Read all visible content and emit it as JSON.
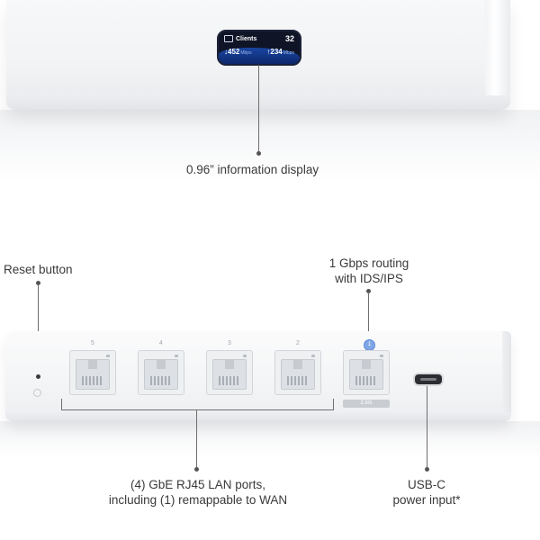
{
  "top_device": {
    "display": {
      "title": "Clients",
      "clients_count": "32",
      "download_value": "452",
      "download_unit": "Mbps",
      "upload_value": "234",
      "upload_unit": "Mbps"
    },
    "callout_label": "0.96” information display"
  },
  "front_device": {
    "ports": [
      {
        "number": "5"
      },
      {
        "number": "4"
      },
      {
        "number": "3"
      },
      {
        "number": "2"
      },
      {
        "number": "1"
      }
    ],
    "wan_port_badge": "1",
    "wan_port_speed": "2.5G"
  },
  "callouts": {
    "reset": "Reset button",
    "routing_line1": "1 Gbps routing",
    "routing_line2": "with IDS/IPS",
    "lan_line1": "(4) GbE RJ45 LAN ports,",
    "lan_line2": "including (1) remappable to WAN",
    "usbc_line1": "USB-C",
    "usbc_line2": "power input*"
  }
}
